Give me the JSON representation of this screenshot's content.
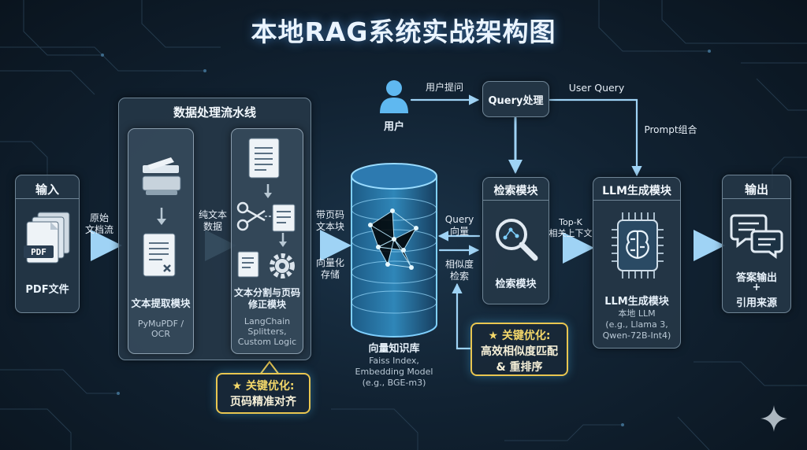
{
  "title": "本地RAG系统实战架构图",
  "input": {
    "header": "输入",
    "caption": "PDF文件",
    "pdf_label": "PDF"
  },
  "edge_raw": [
    "原始",
    "文档流"
  ],
  "pipeline": {
    "header": "数据处理流水线",
    "extract": {
      "name": "文本提取模块",
      "sub": "PyMuPDF / OCR"
    },
    "edge_text": [
      "纯文本",
      "数据"
    ],
    "split": {
      "name": "文本分割与页码修正模块",
      "sub": "LangChain Splitters, Custom Logic"
    }
  },
  "edge_chunks": [
    "带页码",
    "文本块"
  ],
  "edge_vectorize": [
    "向量化",
    "存储"
  ],
  "opt1": {
    "line1": "★ 关键优化:",
    "line2": "页码精准对齐"
  },
  "vector_db": {
    "name": "向量知识库",
    "sub1": "Faiss Index,",
    "sub2": "Embedding Model",
    "sub3": "(e.g., BGE-m3)"
  },
  "user": {
    "label": "用户",
    "question": "用户提问"
  },
  "query_proc": {
    "label": "Query处理",
    "user_query": "User Query",
    "prompt": "Prompt组合"
  },
  "edge_query_vec": [
    "Query",
    "向量"
  ],
  "edge_similarity": [
    "相似度",
    "检索"
  ],
  "retrieval": {
    "header": "检索模块",
    "caption": "检索模块"
  },
  "opt2": {
    "line1": "★ 关键优化:",
    "line2": "高效相似度匹配",
    "line3": "& 重排序"
  },
  "edge_topk": [
    "Top-K",
    "相关上下文"
  ],
  "llm": {
    "header": "LLM生成模块",
    "name": "LLM生成模块",
    "sub1": "本地 LLM",
    "sub2": "(e.g., Llama 3,",
    "sub3": "Qwen-72B-Int4)"
  },
  "output": {
    "header": "输出",
    "line1": "答案输出",
    "line2": "+",
    "line3": "引用来源"
  }
}
